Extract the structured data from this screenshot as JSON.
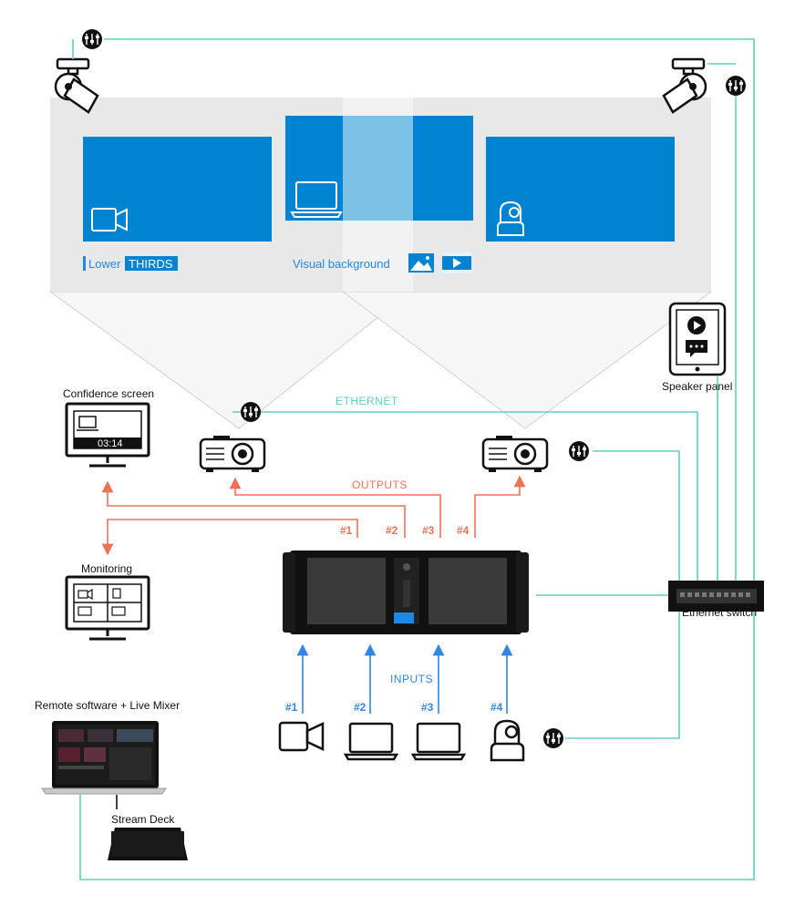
{
  "colors": {
    "screen_blue": "#0084d1",
    "ethernet_teal": "#5ad1c7",
    "outputs_orange": "#ee7156",
    "inputs_blue": "#2f86e5",
    "wall_gray": "#e8e8e8",
    "dark": "#111111"
  },
  "labels": {
    "lower": "Lower",
    "thirds": "THIRDS",
    "visual_background": "Visual background",
    "speaker_panel": "Speaker panel",
    "ethernet": "ETHERNET",
    "confidence_screen": "Confidence screen",
    "confidence_time": "03:14",
    "outputs": "OUTPUTS",
    "out_1": "#1",
    "out_2": "#2",
    "out_3": "#3",
    "out_4": "#4",
    "monitoring": "Monitoring",
    "ethernet_switch": "Ethernet switch",
    "inputs": "INPUTS",
    "in_1": "#1",
    "in_2": "#2",
    "in_3": "#3",
    "in_4": "#4",
    "remote_software": "Remote software + Live Mixer",
    "stream_deck": "Stream Deck"
  },
  "icons": [
    "control-icon",
    "moving-head-light-icon",
    "video-camera-icon",
    "laptop-icon",
    "ptz-camera-icon",
    "image-icon",
    "video-file-icon",
    "tablet-icon",
    "projector-icon",
    "monitor-icon",
    "media-server-icon",
    "network-switch-icon",
    "stream-deck-icon"
  ]
}
